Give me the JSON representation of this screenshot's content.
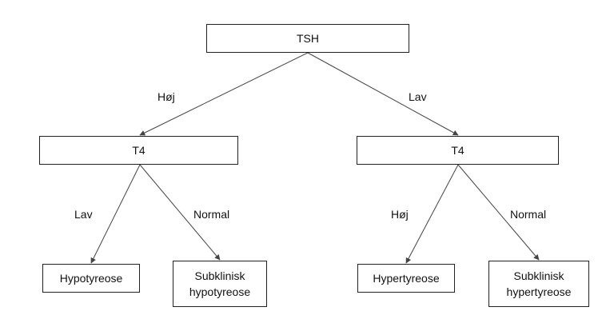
{
  "nodes": {
    "root": "TSH",
    "left_t4": "T4",
    "right_t4": "T4",
    "leaf_1": "Hypotyreose",
    "leaf_2_line1": "Subklinisk",
    "leaf_2_line2": "hypotyreose",
    "leaf_3": "Hypertyreose",
    "leaf_4_line1": "Subklinisk",
    "leaf_4_line2": "hypertyreose"
  },
  "edges": {
    "root_left": "Høj",
    "root_right": "Lav",
    "left_left": "Lav",
    "left_right": "Normal",
    "right_left": "Høj",
    "right_right": "Normal"
  }
}
